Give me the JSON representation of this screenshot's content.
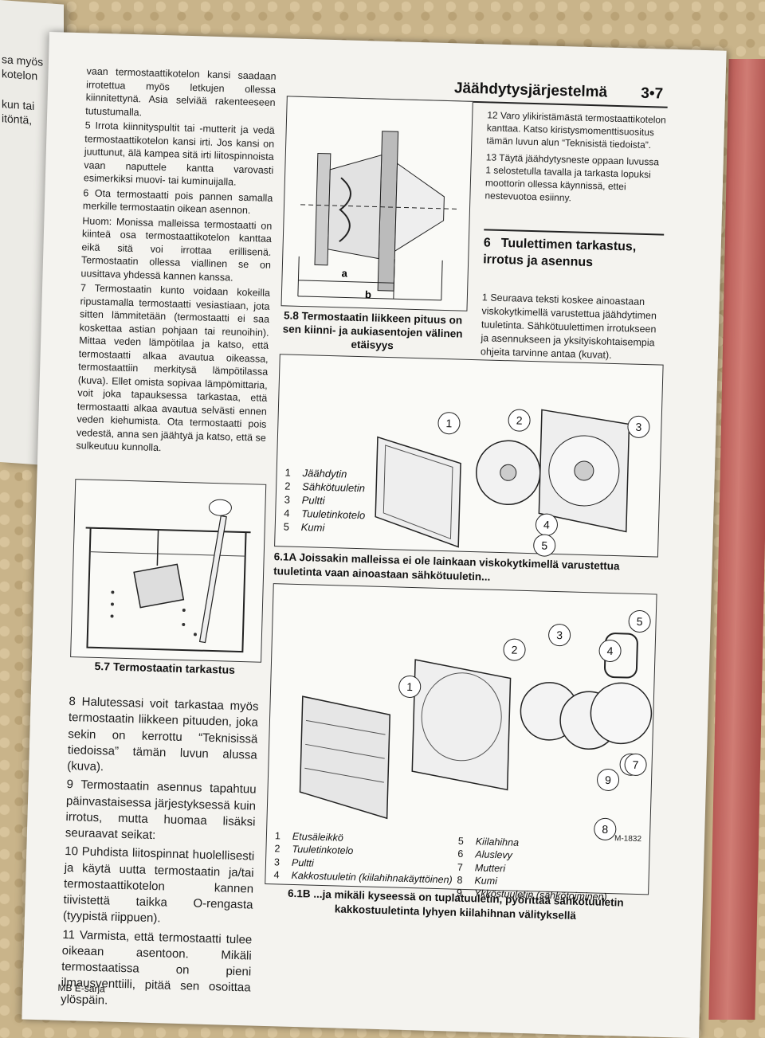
{
  "left_page_fragments": [
    "sa myös",
    "kotelon",
    "kun tai",
    "itöntä,"
  ],
  "header": {
    "title": "Jäähdytysjärjestelmä",
    "page": "3•7"
  },
  "column1": [
    "vaan termostaattikotelon kansi saadaan irrotettua myös letkujen ollessa kiinnitettynä. Asia selviää rakenteeseen tutustumalla.",
    "5 Irrota kiinnityspultit tai -mutterit ja vedä termostaattikotelon kansi irti. Jos kansi on juuttunut, älä kampea sitä irti liitospinnoista vaan naputtele kantta varovasti esimerkiksi muovi- tai kuminuijalla.",
    "6 Ota termostaatti pois pannen samalla merkille termostaatin oikean asennon.",
    "Huom: Monissa malleissa termostaatti on kiinteä osa termostaattikotelon kanttaa eikä sitä voi irrottaa erillisenä. Termostaatin ollessa viallinen se on uusittava yhdessä kannen kanssa.",
    "7 Termostaatin kunto voidaan kokeilla ripustamalla termostaatti vesiastiaan, jota sitten lämmitetään (termostaatti ei saa koskettaa astian pohjaan tai reunoihin). Mittaa veden lämpötilaa ja katso, että termostaatti alkaa avautua oikeassa, termostaattiin merkitysä lämpötilassa (kuva). Ellet omista sopivaa lämpömittaria, voit joka tapauksessa tarkastaa, että termostaatti alkaa avautua selvästi ennen veden kiehumista. Ota termostaatti pois vedestä, anna sen jäähtyä ja katso, että se sulkeutuu kunnolla."
  ],
  "column1b": [
    "8 Halutessasi voit tarkastaa myös termostaatin liikkeen pituuden, joka sekin on kerrottu “Teknisissä tiedoissa” tämän luvun alussa (kuva).",
    "9 Termostaatin asennus tapahtuu päinvastaisessa järjestyksessä kuin irrotus, mutta huomaa lisäksi seuraavat seikat:",
    "10 Puhdista liitospinnat huolellisesti ja käytä uutta termostaatin ja/tai termostaattikotelon kannen tiivistettä taikka O-rengasta (tyypistä riippuen).",
    "11 Varmista, että termostaatti tulee oikeaan asentoon. Mikäli termostaatissa on pieni ilmausventtiili, pitää sen osoittaa ylöspäin."
  ],
  "column2": [
    "12 Varo ylikiristämästä termostaattikotelon kanttaa. Katso kiristysmomenttisuositus tämän luvun alun “Teknisistä tiedoista”.",
    "13 Täytä jäähdytysneste oppaan luvussa 1 selostetulla tavalla ja tarkasta lopuksi moottorin ollessa käynnissä, ettei nestevuotoa esiinny."
  ],
  "section6": {
    "num": "6",
    "title": "Tuulettimen tarkastus, irrotus ja asennus"
  },
  "section6_p1": "1 Seuraava teksti koskee ainoastaan viskokytkimellä varustettua jäähdytimen tuuletinta. Sähkötuulettimen irrotukseen ja asennukseen ja yksityiskohtaisempia ohjeita tarvinne antaa (kuvat).",
  "fig58": {
    "label_a": "a",
    "label_b": "b",
    "caption": "5.8 Termostaatin liikkeen pituus on sen kiinni- ja aukiasentojen välinen etäisyys"
  },
  "fig57": {
    "caption": "5.7 Termostaatin tarkastus"
  },
  "fig61a": {
    "legend": [
      {
        "n": "1",
        "t": "Jäähdytin"
      },
      {
        "n": "2",
        "t": "Sähkötuuletin"
      },
      {
        "n": "3",
        "t": "Pultti"
      },
      {
        "n": "4",
        "t": "Tuuletinkotelo"
      },
      {
        "n": "5",
        "t": "Kumi"
      }
    ],
    "callouts": [
      "1",
      "2",
      "3",
      "4",
      "5"
    ],
    "caption_num": "6.1A",
    "caption": "Joissakin malleissa ei ole lainkaan viskokytkimellä varustettua tuuletinta vaan ainoastaan sähkötuuletin..."
  },
  "fig61b": {
    "code": "M-1832",
    "legend_left": [
      {
        "n": "1",
        "t": "Etusäleikkö"
      },
      {
        "n": "2",
        "t": "Tuuletinkotelo"
      },
      {
        "n": "3",
        "t": "Pultti"
      },
      {
        "n": "4",
        "t": "Kakkostuuletin (kiilahihnakäyttöinen)"
      }
    ],
    "legend_right": [
      {
        "n": "5",
        "t": "Kiilahihna"
      },
      {
        "n": "6",
        "t": "Aluslevy"
      },
      {
        "n": "7",
        "t": "Mutteri"
      },
      {
        "n": "8",
        "t": "Kumi"
      },
      {
        "n": "9",
        "t": "Ykköstuuletin (sähkötoiminen)"
      }
    ],
    "callouts": [
      "1",
      "2",
      "3",
      "4",
      "5",
      "6",
      "7",
      "8",
      "9"
    ],
    "caption_num": "6.1B",
    "caption": "...ja mikäli kyseessä on tuplatuuletin, pyörittää sähkötuuletin kakkostuuletinta lyhyen kiilahihnan välityksellä"
  },
  "footer": "MB E-sarja"
}
